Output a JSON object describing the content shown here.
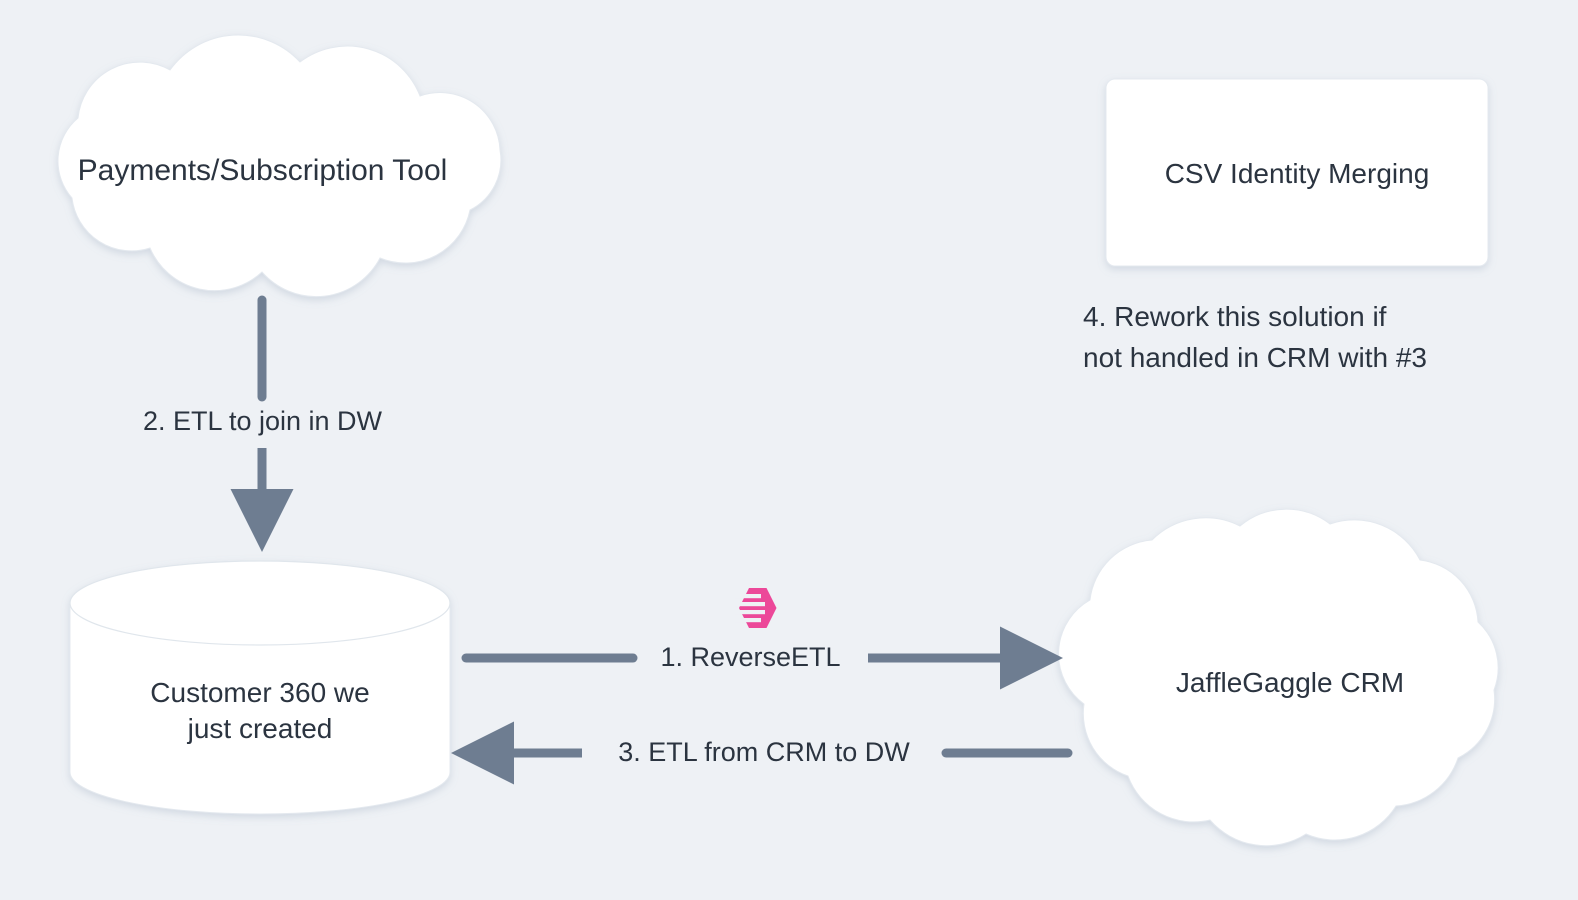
{
  "diagram": {
    "type": "flow-diagram",
    "background_color": "#eef1f5",
    "node_fill_color": "#ffffff",
    "text_color": "#2b3440",
    "edge_color": "#6e7d91",
    "accent_color": "#ec4899"
  },
  "nodes": [
    {
      "id": "payments-tool",
      "shape": "cloud",
      "label": "Payments/Subscription Tool"
    },
    {
      "id": "csv-identity-merging",
      "shape": "rectangle",
      "label": "CSV Identity Merging"
    },
    {
      "id": "customer-360-warehouse",
      "shape": "cylinder",
      "label": "Customer 360 we\njust created"
    },
    {
      "id": "jafflegaggle-crm",
      "shape": "cloud",
      "label": "JaffleGaggle CRM"
    }
  ],
  "edges": [
    {
      "id": "reverse-etl",
      "label": "1. ReverseETL",
      "from": "customer-360-warehouse",
      "to": "jafflegaggle-crm",
      "direction": "right"
    },
    {
      "id": "etl-join-dw",
      "label": "2. ETL to join in DW",
      "from": "payments-tool",
      "to": "customer-360-warehouse",
      "direction": "down"
    },
    {
      "id": "etl-from-crm",
      "label": "3. ETL from CRM to DW",
      "from": "jafflegaggle-crm",
      "to": "customer-360-warehouse",
      "direction": "left"
    }
  ],
  "annotations": [
    {
      "id": "rework-note",
      "text": "4. Rework this solution if\nnot handled in CRM with #3"
    }
  ],
  "icons": [
    {
      "id": "dbt-logo",
      "name": "dbt-hexagon-logo",
      "color": "#ec4899"
    }
  ]
}
